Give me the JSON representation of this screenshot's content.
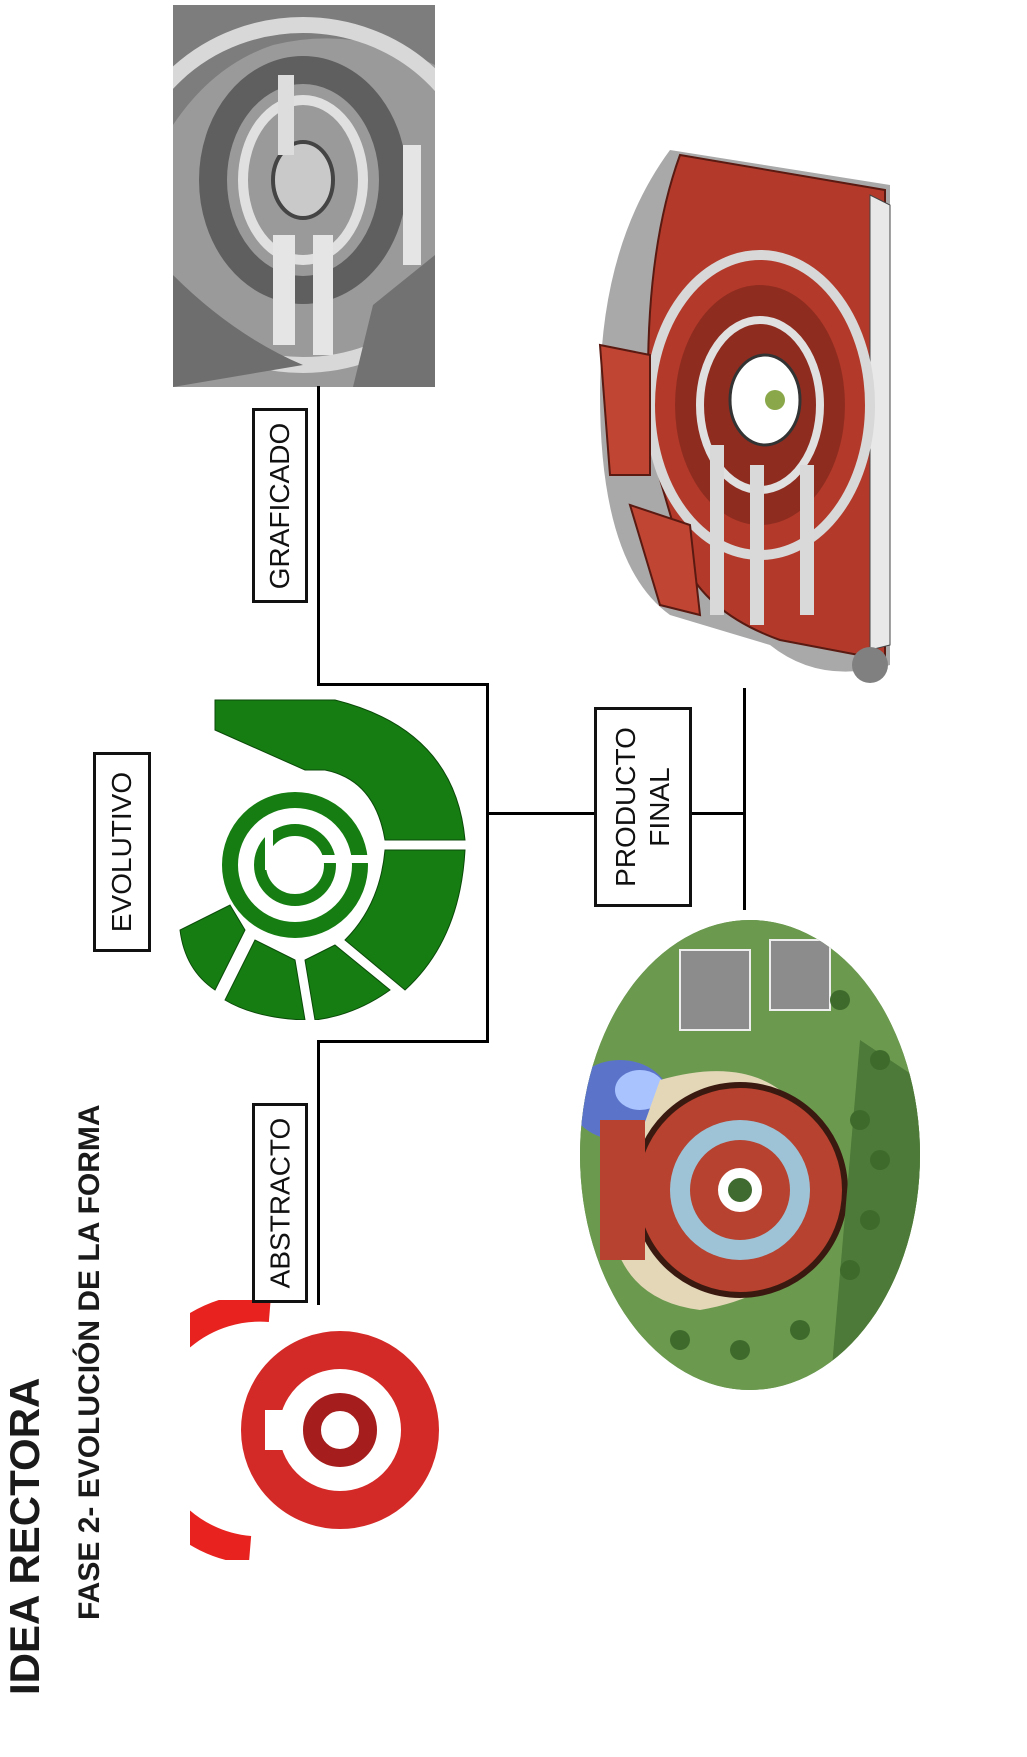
{
  "title": "IDEA RECTORA",
  "subtitle": "FASE 2- EVOLUCIÓN DE LA FORMA",
  "labels": {
    "abstracto": "ABSTRACTO",
    "evolutivo": "EVOLUTIVO",
    "graficado": "GRAFICADO",
    "producto_final_1": "PRODUCTO",
    "producto_final_2": "FINAL"
  },
  "colors": {
    "abstract_red": "#e8231f",
    "abstract_dark_red": "#a61d1d",
    "evolutive_green": "#157d12",
    "roof_red": "#b33a2a",
    "sketch_gray": "#9a9a9a"
  }
}
